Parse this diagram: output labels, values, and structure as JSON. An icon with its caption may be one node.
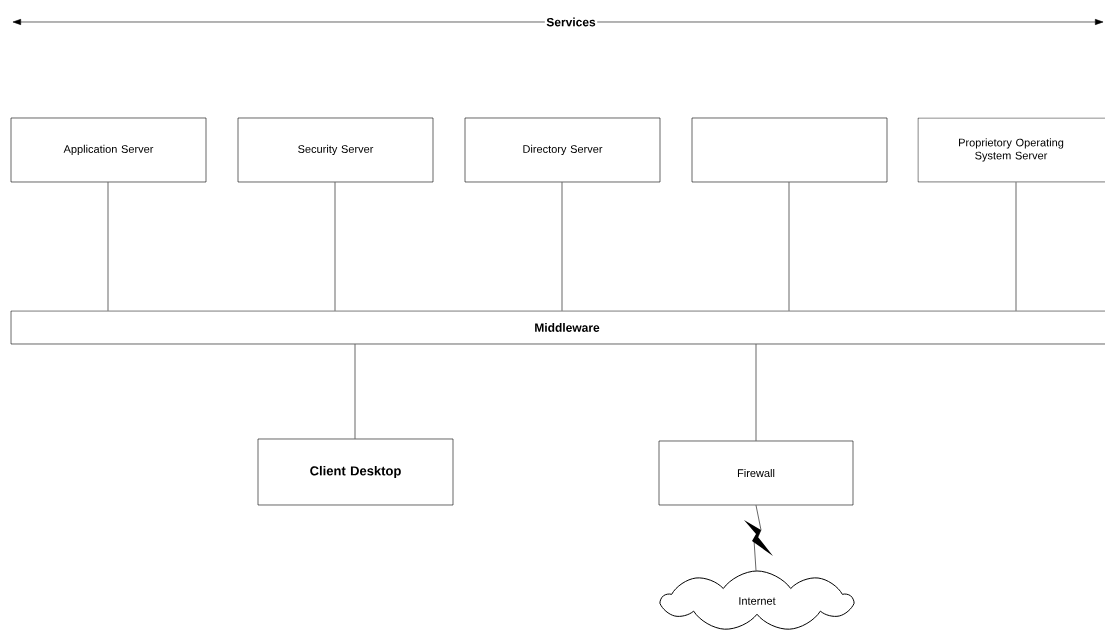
{
  "diagram": {
    "nodes": [
      {
        "text": [
          "Application Server"
        ]
      },
      {
        "text": [
          "Security Server"
        ]
      },
      {
        "text": [
          "Directory Server"
        ]
      },
      {
        "text": [],
        "shape": "box"
      },
      {
        "text": [
          "Proprietory Operating System Server"
        ]
      },
      {
        "text": [
          "Middleware"
        ]
      },
      {
        "text": [
          "Client Desktop"
        ]
      },
      {
        "text": [
          "Firewall"
        ]
      },
      {
        "text": [
          "Internet"
        ]
      }
    ],
    "edges": [
      {
        "from": 0,
        "to": 5,
        "arrow": "none"
      },
      {
        "from": 1,
        "to": 5,
        "arrow": "none"
      },
      {
        "from": 2,
        "to": 5,
        "arrow": "none"
      },
      {
        "from": 3,
        "to": 5,
        "arrow": "none"
      },
      {
        "from": 4,
        "to": 5,
        "arrow": "none"
      },
      {
        "from": 5,
        "to": 6,
        "arrow": "none"
      },
      {
        "from": 5,
        "to": 7,
        "arrow": "none"
      },
      {
        "from": 7,
        "to": 8,
        "arrow": "none"
      }
    ],
    "labels": [
      "Services"
    ]
  }
}
